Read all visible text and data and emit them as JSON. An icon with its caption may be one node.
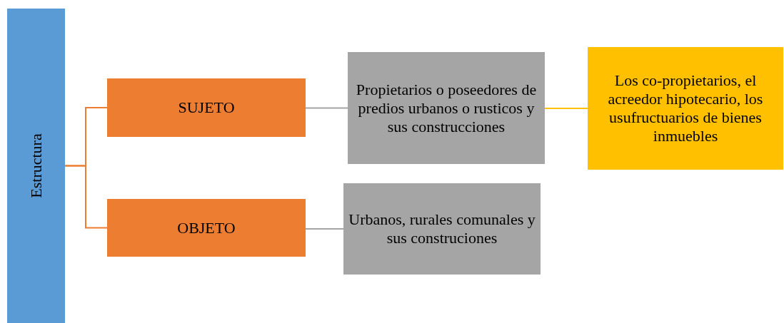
{
  "diagram": {
    "nodes": [
      {
        "text": [
          "Estructura"
        ]
      },
      {
        "text": [
          "SUJETO"
        ]
      },
      {
        "text": [
          "OBJETO"
        ]
      },
      {
        "text": [
          "Propietarios o poseedores de predios urbanos o rusticos y sus construcciones"
        ]
      },
      {
        "text": [
          "Los co-propietarios, el acreedor hipotecario, los usufructuarios de bienes inmuebles"
        ]
      },
      {
        "text": [
          "Urbanos, rurales comunales  y sus construciones"
        ]
      }
    ],
    "edges": [
      {
        "from": 0,
        "to": 1,
        "arrow": "none",
        "color": "#ed7d31"
      },
      {
        "from": 0,
        "to": 2,
        "arrow": "none",
        "color": "#ed7d31"
      },
      {
        "from": 1,
        "to": 3,
        "arrow": "none",
        "color": "#a5a5a5"
      },
      {
        "from": 3,
        "to": 4,
        "arrow": "none",
        "color": "#ffc000"
      },
      {
        "from": 2,
        "to": 5,
        "arrow": "none",
        "color": "#a5a5a5"
      }
    ]
  }
}
